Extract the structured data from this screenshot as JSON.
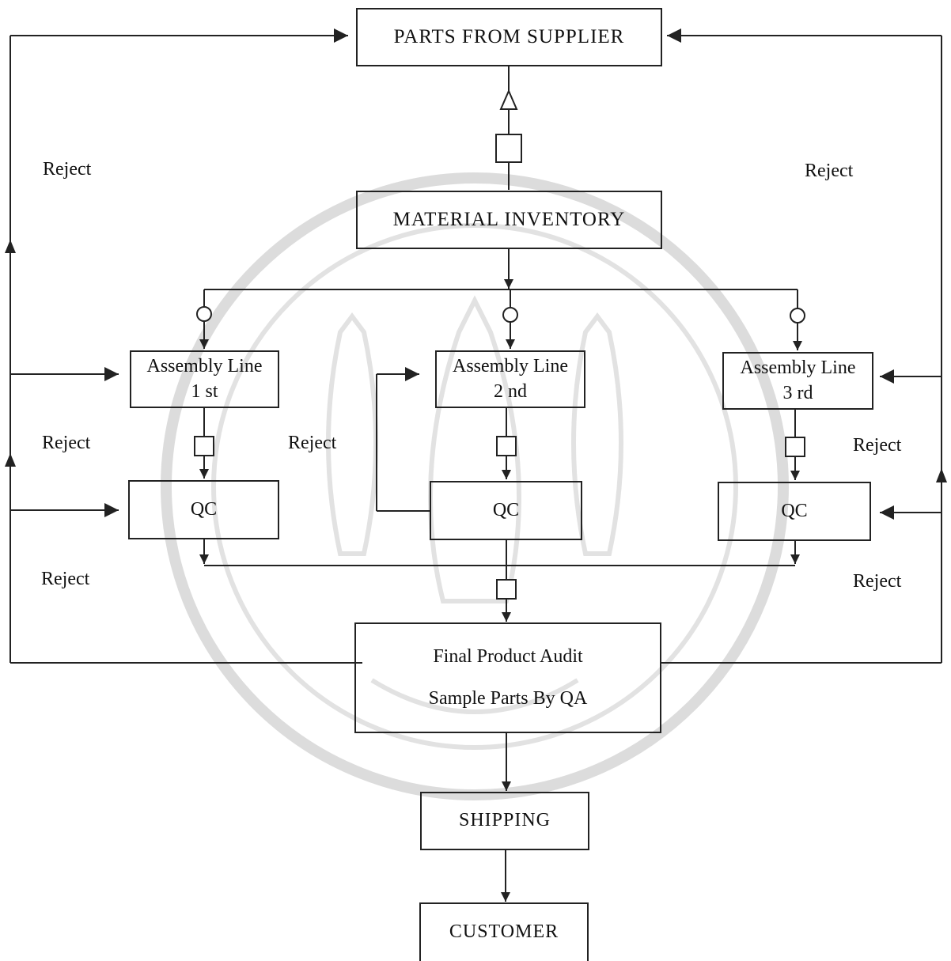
{
  "nodes": {
    "supplier": "PARTS FROM SUPPLIER",
    "inventory": "MATERIAL INVENTORY",
    "line1": [
      "Assembly Line",
      "1 st"
    ],
    "line2": [
      "Assembly Line",
      "2 nd"
    ],
    "line3": [
      "Assembly Line",
      "3 rd"
    ],
    "qc1": "QC",
    "qc2": "QC",
    "qc3": "QC",
    "audit": [
      "Final Product Audit",
      "Sample Parts By QA"
    ],
    "shipping": "SHIPPING",
    "customer": "CUSTOMER"
  },
  "labels": {
    "reject_top_left": "Reject",
    "reject_top_right": "Reject",
    "reject_mid_left": "Reject",
    "reject_mid_center": "Reject",
    "reject_mid_right": "Reject",
    "reject_bottom_left": "Reject",
    "reject_bottom_right": "Reject"
  },
  "colors": {
    "ink": "#222222",
    "watermark": "#d6d6d6"
  }
}
